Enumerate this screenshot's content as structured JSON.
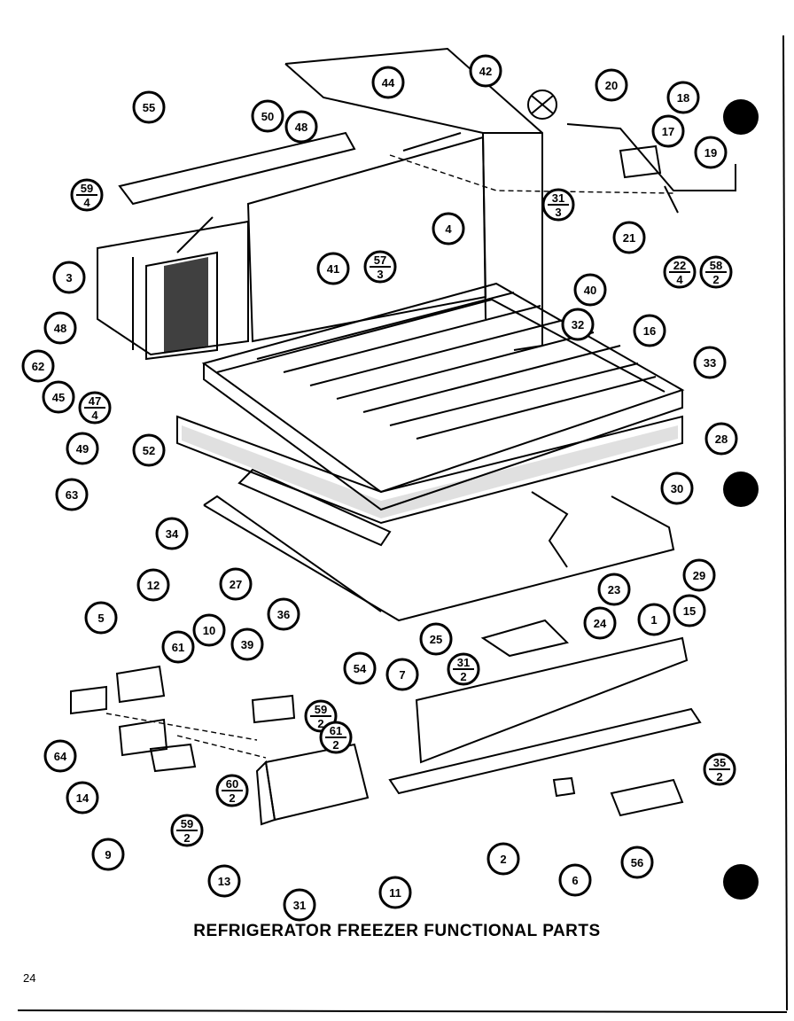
{
  "title": "REFRIGERATOR FREEZER FUNCTIONAL PARTS",
  "page_number": "24",
  "callouts": [
    {
      "label": "55"
    },
    {
      "label": "59",
      "sub": "4"
    },
    {
      "label": "3"
    },
    {
      "label": "48"
    },
    {
      "label": "62"
    },
    {
      "label": "45"
    },
    {
      "label": "47",
      "sub": "4"
    },
    {
      "label": "49"
    },
    {
      "label": "63"
    },
    {
      "label": "52"
    },
    {
      "label": "34"
    },
    {
      "label": "50"
    },
    {
      "label": "48"
    },
    {
      "label": "44"
    },
    {
      "label": "42"
    },
    {
      "label": "41"
    },
    {
      "label": "57",
      "sub": "3"
    },
    {
      "label": "4"
    },
    {
      "label": "31",
      "sub": "3"
    },
    {
      "label": "20"
    },
    {
      "label": "18"
    },
    {
      "label": "17"
    },
    {
      "label": "19"
    },
    {
      "label": "21"
    },
    {
      "label": "22",
      "sub": "4"
    },
    {
      "label": "58",
      "sub": "2"
    },
    {
      "label": "40"
    },
    {
      "label": "32"
    },
    {
      "label": "16"
    },
    {
      "label": "33"
    },
    {
      "label": "28"
    },
    {
      "label": "30"
    },
    {
      "label": "27"
    },
    {
      "label": "29"
    },
    {
      "label": "12"
    },
    {
      "label": "5"
    },
    {
      "label": "10"
    },
    {
      "label": "61"
    },
    {
      "label": "39"
    },
    {
      "label": "36"
    },
    {
      "label": "59",
      "sub": "2"
    },
    {
      "label": "61",
      "sub": "2"
    },
    {
      "label": "64"
    },
    {
      "label": "14"
    },
    {
      "label": "9"
    },
    {
      "label": "60",
      "sub": "2"
    },
    {
      "label": "59",
      "sub": "2"
    },
    {
      "label": "13"
    },
    {
      "label": "31"
    },
    {
      "label": "11"
    },
    {
      "label": "23"
    },
    {
      "label": "25"
    },
    {
      "label": "24"
    },
    {
      "label": "1"
    },
    {
      "label": "15"
    },
    {
      "label": "31",
      "sub": "2"
    },
    {
      "label": "54"
    },
    {
      "label": "7"
    },
    {
      "label": "35",
      "sub": "2"
    },
    {
      "label": "2"
    },
    {
      "label": "6"
    },
    {
      "label": "56"
    }
  ]
}
